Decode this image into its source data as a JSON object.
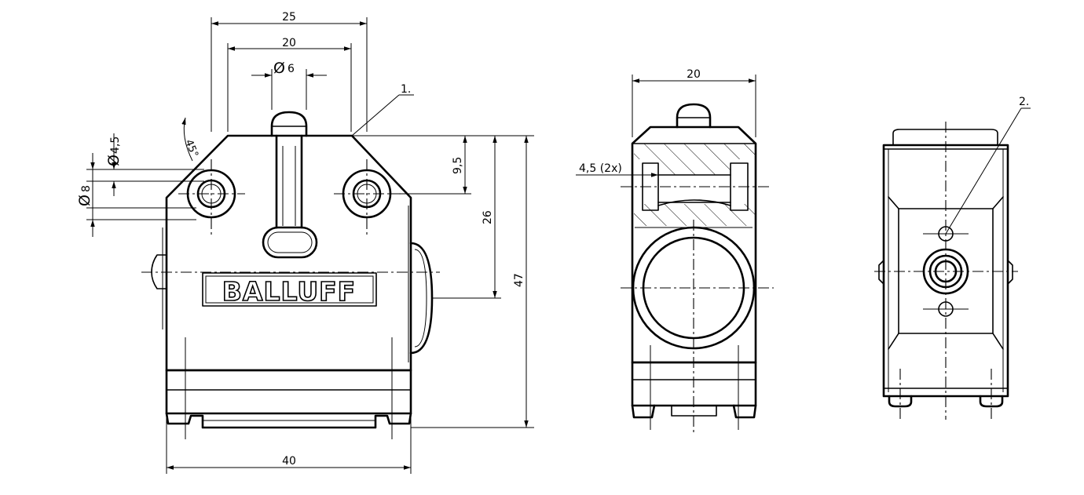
{
  "brand": "BALLUFF",
  "front_view": {
    "dim_width_top": "25",
    "dim_width_inner": "20",
    "dim_plunger_dia": "6",
    "dim_plunger_dia_symbol": "Ø",
    "dim_hole_dia": "4,5",
    "dim_hole_dia_symbol": "Ø",
    "dim_counterbore_dia": "8",
    "dim_counterbore_dia_symbol": "Ø",
    "dim_chamfer_angle": "45°",
    "dim_holes_from_top": "9,5",
    "dim_center_from_top": "26",
    "dim_height": "47",
    "dim_width_base": "40",
    "callout_1": "1."
  },
  "side_view": {
    "dim_width": "20",
    "dim_hole_label": "4,5 (2x)"
  },
  "back_view": {
    "callout_2": "2."
  }
}
